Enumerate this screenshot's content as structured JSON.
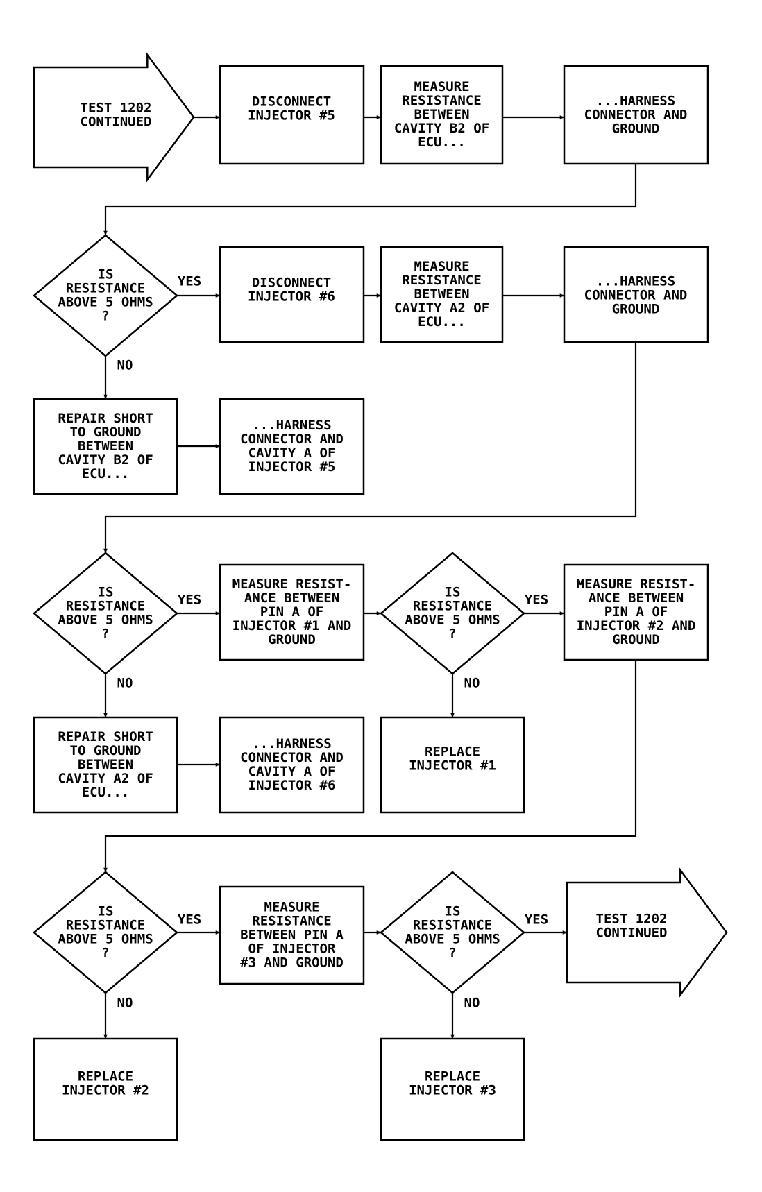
{
  "labels": {
    "yes": "YES",
    "no": "NO"
  },
  "nodes": {
    "start": {
      "lines": [
        "TEST 1202",
        "CONTINUED"
      ]
    },
    "n1": {
      "lines": [
        "DISCONNECT",
        "INJECTOR #5"
      ]
    },
    "n2": {
      "lines": [
        "MEASURE",
        "RESISTANCE",
        "BETWEEN",
        "CAVITY B2 OF",
        "ECU..."
      ]
    },
    "n3": {
      "lines": [
        "...HARNESS",
        "CONNECTOR AND",
        "GROUND"
      ]
    },
    "d1": {
      "lines": [
        "IS",
        "RESISTANCE",
        "ABOVE 5 OHMS",
        "?"
      ]
    },
    "n4": {
      "lines": [
        "DISCONNECT",
        "INJECTOR #6"
      ]
    },
    "n5": {
      "lines": [
        "MEASURE",
        "RESISTANCE",
        "BETWEEN",
        "CAVITY A2 OF",
        "ECU..."
      ]
    },
    "n6": {
      "lines": [
        "...HARNESS",
        "CONNECTOR AND",
        "GROUND"
      ]
    },
    "r1": {
      "lines": [
        "REPAIR SHORT",
        "TO GROUND",
        "BETWEEN",
        "CAVITY B2 OF",
        "ECU..."
      ]
    },
    "r1b": {
      "lines": [
        "...HARNESS",
        "CONNECTOR AND",
        "CAVITY A OF",
        "INJECTOR #5"
      ]
    },
    "d2": {
      "lines": [
        "IS",
        "RESISTANCE",
        "ABOVE 5 OHMS",
        "?"
      ]
    },
    "n7": {
      "lines": [
        "MEASURE RESIST-",
        "ANCE BETWEEN",
        "PIN A OF",
        "INJECTOR #1 AND",
        "GROUND"
      ]
    },
    "d3": {
      "lines": [
        "IS",
        "RESISTANCE",
        "ABOVE 5 OHMS",
        "?"
      ]
    },
    "n8": {
      "lines": [
        "MEASURE RESIST-",
        "ANCE BETWEEN",
        "PIN A OF",
        "INJECTOR #2 AND",
        "GROUND"
      ]
    },
    "r2": {
      "lines": [
        "REPAIR SHORT",
        "TO GROUND",
        "BETWEEN",
        "CAVITY A2 OF",
        "ECU..."
      ]
    },
    "r2b": {
      "lines": [
        "...HARNESS",
        "CONNECTOR AND",
        "CAVITY A OF",
        "INJECTOR #6"
      ]
    },
    "rp1": {
      "lines": [
        "REPLACE",
        "INJECTOR #1"
      ]
    },
    "d4": {
      "lines": [
        "IS",
        "RESISTANCE",
        "ABOVE 5 OHMS",
        "?"
      ]
    },
    "n9": {
      "lines": [
        "MEASURE",
        "RESISTANCE",
        "BETWEEN PIN A",
        "OF INJECTOR",
        "#3 AND GROUND"
      ]
    },
    "d5": {
      "lines": [
        "IS",
        "RESISTANCE",
        "ABOVE 5 OHMS",
        "?"
      ]
    },
    "end": {
      "lines": [
        "TEST 1202",
        "CONTINUED"
      ]
    },
    "rp2": {
      "lines": [
        "REPLACE",
        "INJECTOR #2"
      ]
    },
    "rp3": {
      "lines": [
        "REPLACE",
        "INJECTOR #3"
      ]
    }
  }
}
